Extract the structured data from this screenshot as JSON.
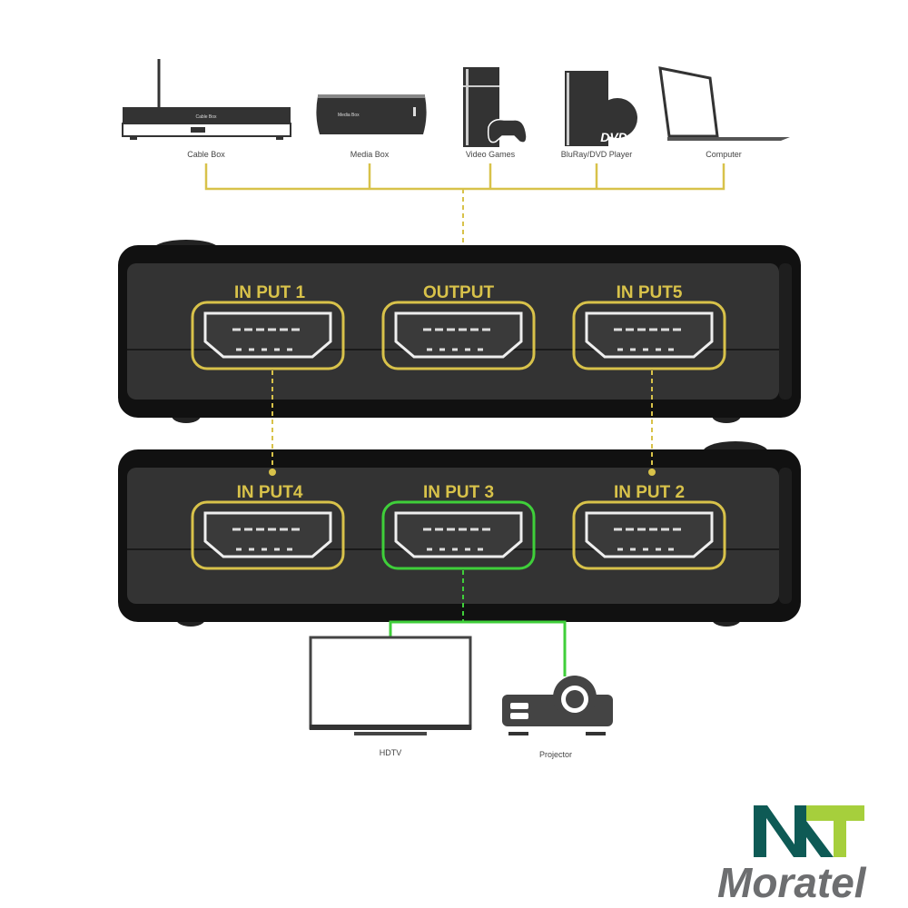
{
  "sources": [
    {
      "label": "Cable Box",
      "icon": "cable-box-icon",
      "screen_text": "Cable Box"
    },
    {
      "label": "Media Box",
      "icon": "media-box-icon",
      "screen_text": "Media Box"
    },
    {
      "label": "Video Games",
      "icon": "game-console-icon"
    },
    {
      "label": "BluRay/DVD Player",
      "icon": "dvd-player-icon",
      "disc_text": "DVD"
    },
    {
      "label": "Computer",
      "icon": "laptop-icon"
    }
  ],
  "switch_top": {
    "ports": [
      {
        "label": "IN PUT 1"
      },
      {
        "label": "OUTPUT"
      },
      {
        "label": "IN PUT5"
      }
    ]
  },
  "switch_bottom": {
    "ports": [
      {
        "label": "IN PUT4"
      },
      {
        "label": "IN PUT 3"
      },
      {
        "label": "IN PUT 2"
      }
    ]
  },
  "outputs": [
    {
      "label": "HDTV",
      "icon": "tv-icon"
    },
    {
      "label": "Projector",
      "icon": "projector-icon"
    }
  ],
  "logo": {
    "brand": "Moratel",
    "mark": "MT"
  },
  "colors": {
    "connector_yellow": "#d8c24a",
    "connector_green": "#3fcf3a",
    "device_body": "#2b2b2b",
    "logo_dark": "#0e5a55",
    "logo_light": "#a6cf3c",
    "logo_text": "#6d6e70"
  }
}
